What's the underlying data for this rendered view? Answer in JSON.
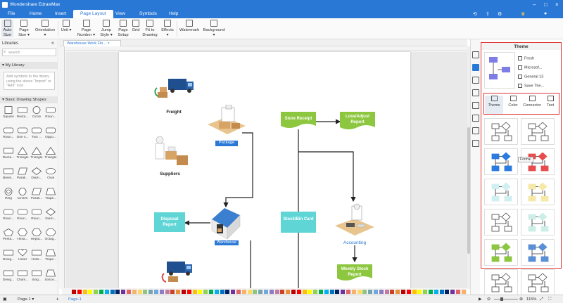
{
  "app": {
    "title": "Wondershare EdrawMax",
    "accent": "#2a78d6",
    "highlight_box": "#e03333"
  },
  "menu": {
    "tabs": [
      {
        "label": "File",
        "active": false
      },
      {
        "label": "Home",
        "active": false
      },
      {
        "label": "Insert",
        "active": false
      },
      {
        "label": "Page Layout",
        "active": true
      },
      {
        "label": "View",
        "active": false
      },
      {
        "label": "Symbols",
        "active": false
      },
      {
        "label": "Help",
        "active": false
      }
    ],
    "right_icons": [
      "history-icon",
      "share-icon",
      "settings-icon",
      "crown-icon",
      "user-icon"
    ]
  },
  "ribbon": {
    "buttons": [
      {
        "id": "auto-size",
        "label": "Auto Size",
        "selected": true
      },
      {
        "id": "page-size",
        "label": "Page Size ▾"
      },
      {
        "id": "orientation",
        "label": "Orientation ▾"
      },
      {
        "id": "unit",
        "label": "Unit ▾"
      },
      {
        "id": "page-number",
        "label": "Page Number ▾"
      },
      {
        "id": "jump-style",
        "label": "Jump Style ▾"
      },
      {
        "id": "page-setup",
        "label": "Page Setup"
      },
      {
        "id": "grid",
        "label": "Grid"
      },
      {
        "id": "fit-to-drawing",
        "label": "Fit to Drawing"
      },
      {
        "id": "effects",
        "label": "Effects ▾"
      },
      {
        "id": "watermark",
        "label": "Watermark"
      },
      {
        "id": "background",
        "label": "Background ▾"
      }
    ]
  },
  "left_panel": {
    "title": "Libraries",
    "search_placeholder": "search",
    "my_library": "My Library",
    "library_note": "Add symbols to the library using the above \"Import\" or \"Add\" icon.",
    "basic_shapes": "Basic Drawing Shapes",
    "shapes": [
      "Square",
      "Recta...",
      "Circle",
      "Roun...",
      "Roun...",
      "One s...",
      "Two ...",
      "Oppo...",
      "Recta...",
      "Triangle",
      "Triangle",
      "Triangle",
      "Bevel...",
      "Parall...",
      "Diam...",
      "Oval",
      "Ring",
      "Circles",
      "Parall...",
      "Trape...",
      "Roun...",
      "Roun...",
      "Roun...",
      "Diam...",
      "Penta...",
      "Hexa...",
      "Hepta...",
      "Octag...",
      "Desig...",
      "Heart",
      "Hollo...",
      "Trape...",
      "Desig...",
      "Cham...",
      "Sing...",
      "Sosce..."
    ]
  },
  "document": {
    "tab_label": "Warehouse Work Flo..."
  },
  "diagram": {
    "freight": "Freight",
    "package": "Package",
    "suppliers": "Suppliers",
    "store_receipt": "Store Receipt",
    "loss_adjust_report": "Loss/Adjust Report",
    "disposal_report": "Disposal Report",
    "warehouse": "Warehouse",
    "stock_bin_card": "Stock/Bin Card",
    "accounting": "Accounting",
    "weekly_stock_report": "Weekly Stock Report"
  },
  "theme_panel": {
    "title": "Theme",
    "options": [
      "Fresh",
      "Microsof...",
      "General 13",
      "Save The..."
    ],
    "sub_tabs": [
      "Theme",
      "Color",
      "Connector",
      "Text"
    ],
    "hover_tip": "Formal",
    "card_colors": [
      [
        "#ffffff",
        "#ffffff"
      ],
      [
        "#2b7be0",
        "#e84c4c"
      ],
      [
        "#cfeff0",
        "#f6e8a6"
      ],
      [
        "#ffffff",
        "#cdeee7"
      ],
      [
        "#8dc63f",
        "#5b8fd6"
      ],
      [
        "#ffffff",
        "#ffffff"
      ]
    ]
  },
  "status_bar": {
    "page_dropdown": "Page-1",
    "add_page": "+",
    "page_tab": "Page-1",
    "zoom": "115%"
  },
  "colors": {
    "green": "#8dc63f",
    "teal": "#5fd5d5",
    "flow_line": "#222222"
  }
}
